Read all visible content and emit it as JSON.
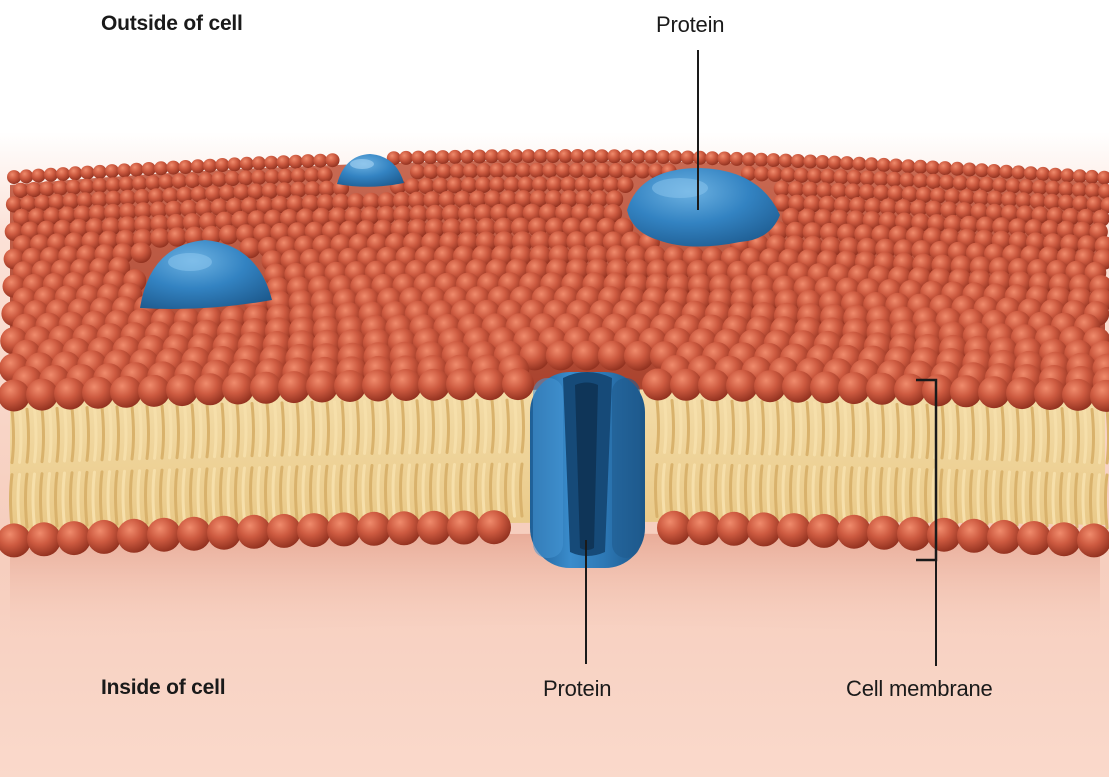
{
  "diagram": {
    "outside_label": "Outside of cell",
    "inside_label": "Inside of cell",
    "top_protein_label": "Protein",
    "bottom_protein_label": "Protein",
    "membrane_label": "Cell membrane"
  },
  "colors": {
    "background_top": "#ffffff",
    "background_bottom": "#f7c5b3",
    "phospholipid_head": "#c8553d",
    "phospholipid_head_dark": "#8e2f1d",
    "lipid_tail": "#f1d59a",
    "protein": "#2f7bb8",
    "leader_line": "#1a1a1a"
  }
}
